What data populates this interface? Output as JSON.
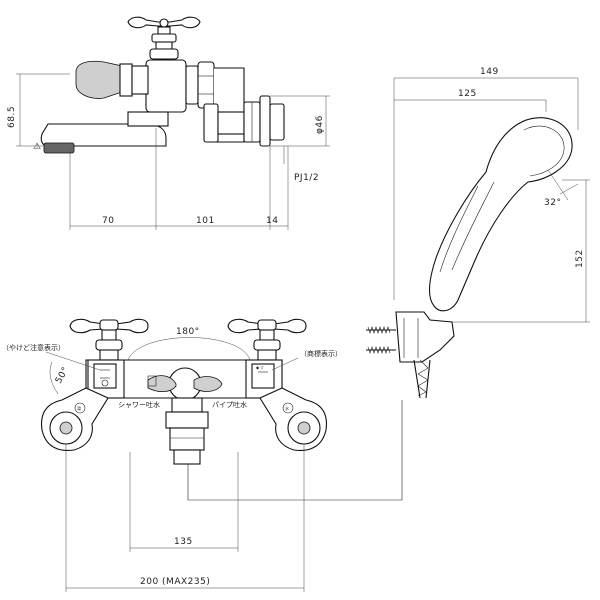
{
  "dimensions": {
    "side_height": "68.5",
    "side_a": "70",
    "side_b": "101",
    "side_c": "14",
    "diameter": "φ46",
    "thread": "PJ1/2",
    "shower_total": "149",
    "shower_head": "125",
    "shower_angle": "32°",
    "shower_height": "152",
    "handle_angle": "180°",
    "left_angle": "50°",
    "center_distance": "135",
    "total_width": "200 (MAX235)"
  },
  "labels": {
    "left_note": "（やけど注意表示）",
    "right_note": "（商標表示）",
    "shower_outlet": "シャワー吐水",
    "pipe_outlet": "パイプ吐水",
    "hot": "湯",
    "cold": "水",
    "warning_symbol": "⚠"
  }
}
